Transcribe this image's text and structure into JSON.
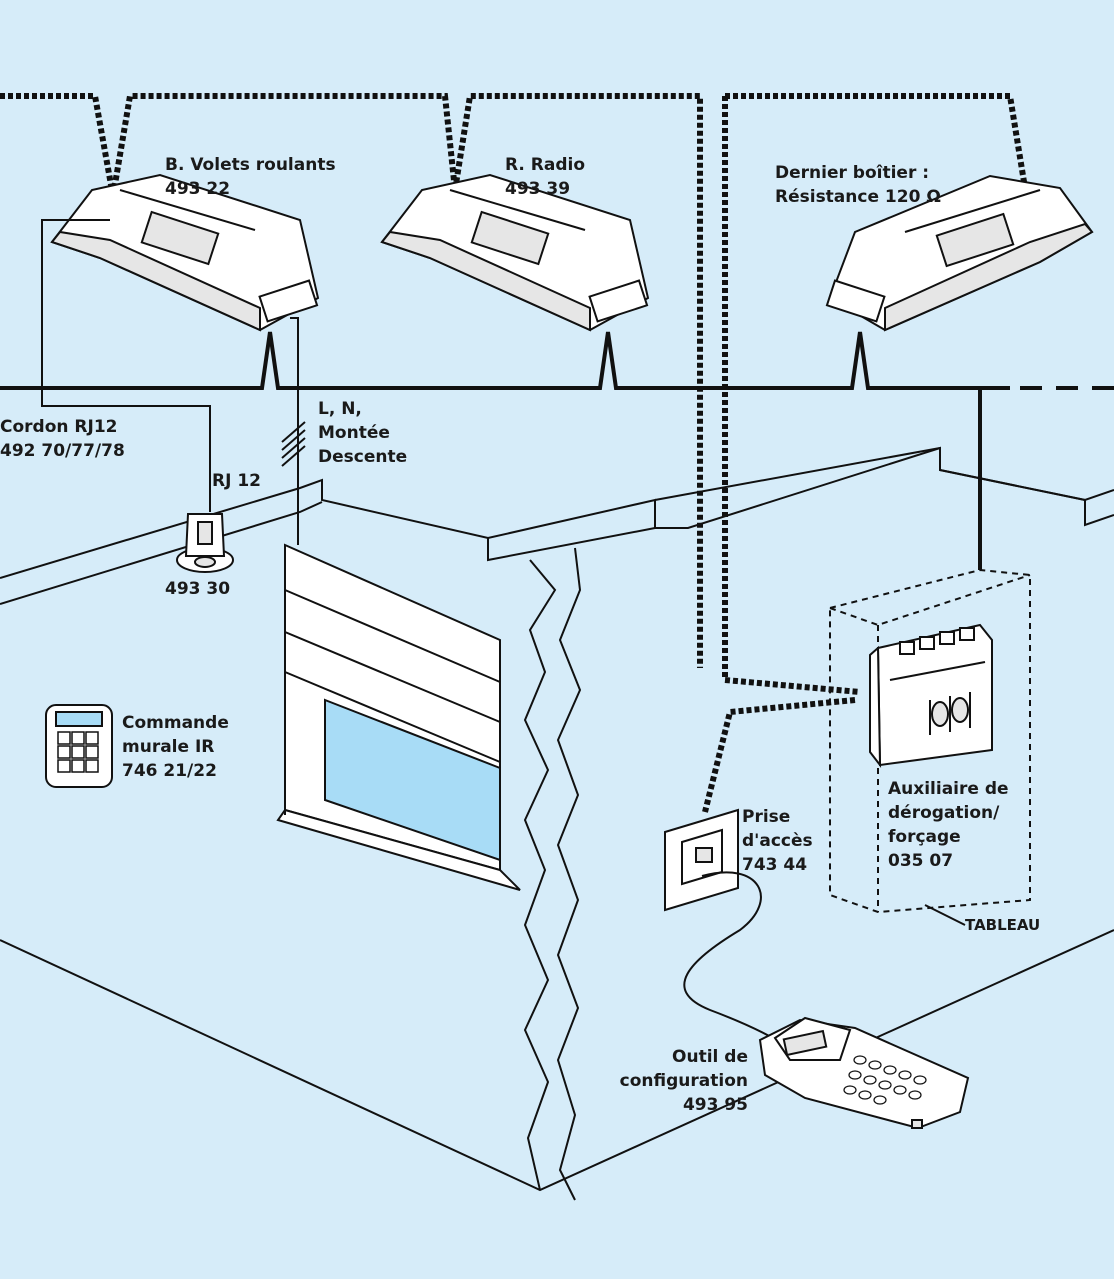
{
  "colors": {
    "background": "#d6ecf9",
    "window_glass": "#a8dcf6",
    "line": "#111111",
    "device": "#ffffff"
  },
  "labels": {
    "module_b_line1": "B. Volets roulants",
    "module_b_line2": "493 22",
    "module_r_line1": "R. Radio",
    "module_r_line2": "493 39",
    "module_last_line1": "Dernier boîtier :",
    "module_last_line2": "Résistance 120 Ω",
    "cordon_line1": "Cordon RJ12",
    "cordon_line2": "492 70/77/78",
    "lnm_line1": "L, N,",
    "lnm_line2": "Montée",
    "lnm_line3": "Descente",
    "rj12": "RJ 12",
    "socket_ref": "493 30",
    "ir_line1": "Commande",
    "ir_line2": "murale IR",
    "ir_line3": "746 21/22",
    "prise_line1": "Prise",
    "prise_line2": "d'accès",
    "prise_line3": "743 44",
    "aux_line1": "Auxiliaire de",
    "aux_line2": "dérogation/",
    "aux_line3": "forçage",
    "aux_line4": "035 07",
    "tableau": "TABLEAU",
    "outil_line1": "Outil de",
    "outil_line2": "configuration",
    "outil_line3": "493 95"
  },
  "icons": {
    "module": "bus-module-icon",
    "socket": "rj12-socket-icon",
    "keypad": "ir-keypad-icon",
    "prise": "wall-jack-icon",
    "aux": "din-rail-module-icon",
    "tool": "config-handset-icon",
    "shutter": "roller-shutter-icon"
  }
}
